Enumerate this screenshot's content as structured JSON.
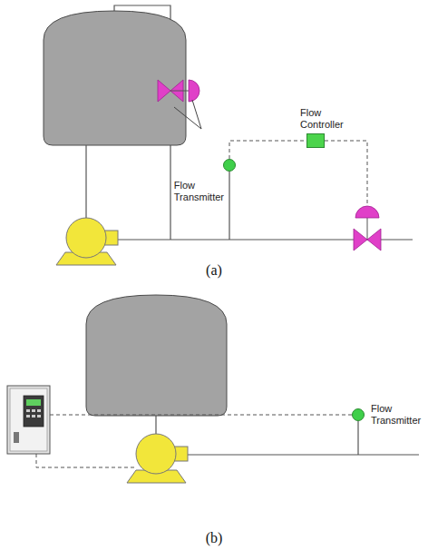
{
  "diagram": {
    "nodes": [
      {
        "text": [
          "Flow Controller"
        ]
      },
      {
        "text": [
          "Flow Transmitter"
        ]
      },
      {
        "text": [
          "Flow Transmitter"
        ]
      }
    ],
    "edges": [
      {
        "from": 1,
        "to": 0,
        "arrow": "none"
      }
    ],
    "labels": [
      "(a)",
      "(b)"
    ]
  }
}
